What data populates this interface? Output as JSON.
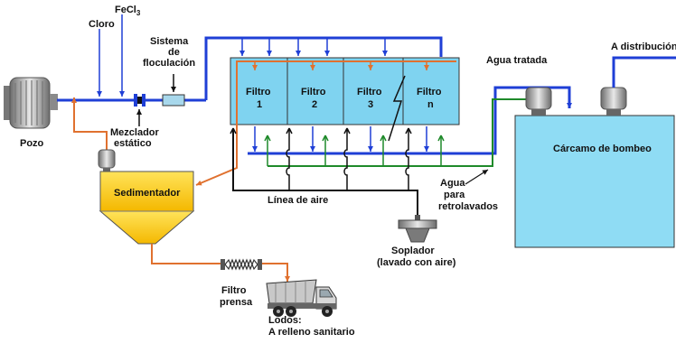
{
  "labels": {
    "fecl3_main": "FeCl",
    "fecl3_sub": "3",
    "cloro": "Cloro",
    "sistema_1": "Sistema",
    "sistema_2": "de",
    "sistema_3": "floculación",
    "mezclador_1": "Mezclador",
    "mezclador_2": "estático",
    "pozo": "Pozo",
    "sedimentador": "Sedimentador",
    "linea_aire": "Línea de aire",
    "agua_1": "Agua",
    "agua_2": "para",
    "agua_3": "retrolavados",
    "soplador_1": "Soplador",
    "soplador_2": "(lavado con aire)",
    "filtro_prensa_1": "Filtro",
    "filtro_prensa_2": "prensa",
    "lodos_1": "Lodos:",
    "lodos_2": "A relleno sanitario",
    "agua_tratada": "Agua tratada",
    "a_distribucion": "A distribución",
    "carcamo": "Cárcamo de bombeo"
  },
  "filters": [
    {
      "line1": "Filtro",
      "line2": "1"
    },
    {
      "line1": "Filtro",
      "line2": "2"
    },
    {
      "line1": "Filtro",
      "line2": "3"
    },
    {
      "line1": "Filtro",
      "line2": "n"
    }
  ],
  "colors": {
    "water": "#1f3fd6",
    "sludge": "#e0712f",
    "air": "#111111",
    "backwash": "#1f8a2a",
    "filter_fill": "#7fd3f0",
    "tank_fill": "#8fdcf4",
    "sed_fill": "#ffd21a"
  }
}
